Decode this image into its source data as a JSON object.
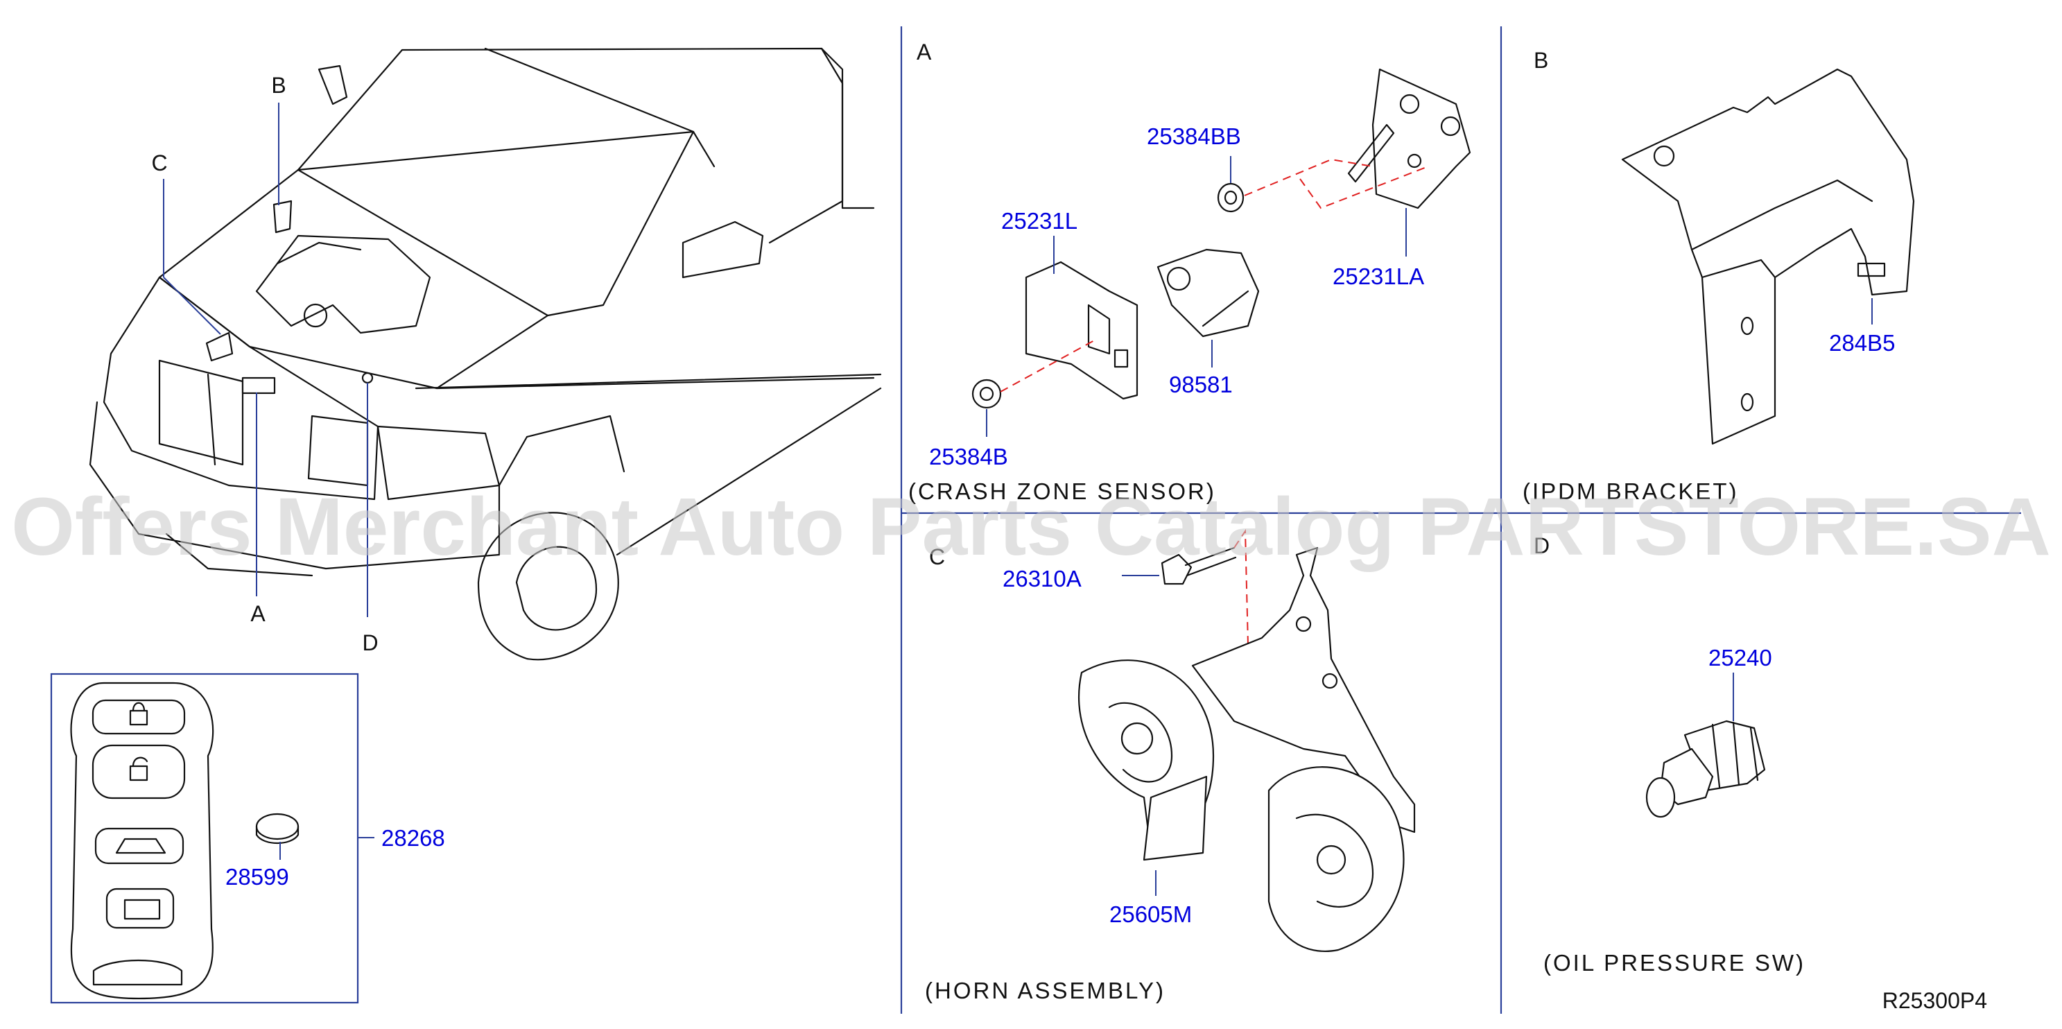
{
  "sections": {
    "A": "A",
    "B": "B",
    "C": "C",
    "D": "D"
  },
  "vehicle_callouts": {
    "A": "A",
    "B": "B",
    "C": "C",
    "D": "D"
  },
  "parts": {
    "p25384BB": "25384BB",
    "p25231L": "25231L",
    "p25231LA": "25231LA",
    "p98581": "98581",
    "p25384B": "25384B",
    "p284B5": "284B5",
    "p26310A": "26310A",
    "p25605M": "25605M",
    "p25240": "25240",
    "p28268": "28268",
    "p28599": "28599"
  },
  "captions": {
    "crash": "(CRASH ZONE SENSOR)",
    "ipdm": "(IPDM BRACKET)",
    "horn": "(HORN ASSEMBLY)",
    "oil": "(OIL PRESSURE SW)"
  },
  "diagram_code": "R25300P4",
  "watermark": "Offers Merchant Auto Parts Catalog PARTSTORE.SA",
  "colors": {
    "part_number": "#0000dd",
    "frame": "#2a3f9a",
    "dashed_guide": "#e02020"
  }
}
